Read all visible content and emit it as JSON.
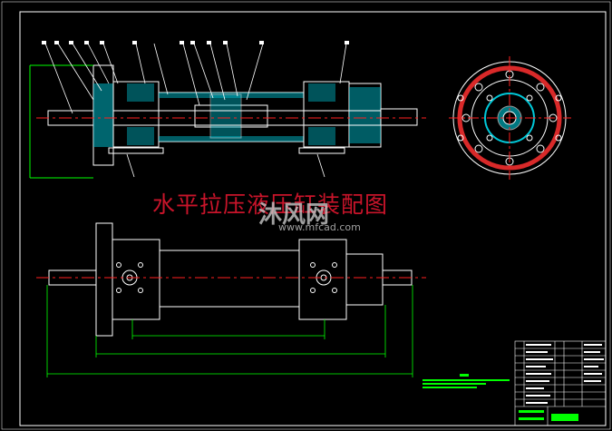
{
  "drawing": {
    "title": "水平拉压液压缸装配图",
    "watermark": {
      "logo": "沐风网",
      "url": "www.mfcad.com"
    },
    "colors": {
      "background": "#000000",
      "outline": "#ffffff",
      "centerline": "#ff2020",
      "hatch": "#00ffff",
      "dimension": "#00ff00",
      "leader": "#ffffff",
      "title_text": "#c8142a",
      "flange": "#ff3030"
    }
  }
}
